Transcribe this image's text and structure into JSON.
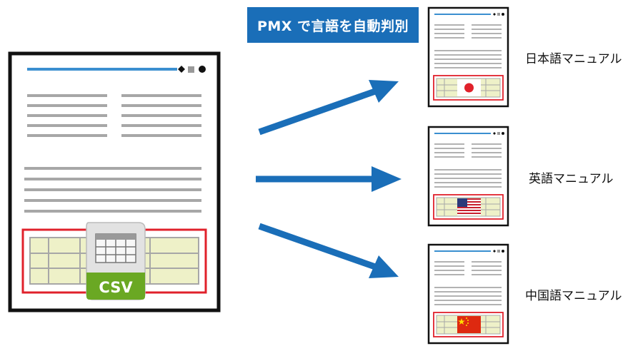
{
  "title": "PMX で言語を自動判別",
  "source": {
    "file_label": "CSV",
    "icon": "csv-file-icon"
  },
  "outputs": [
    {
      "label": "日本語マニュアル",
      "flag": "japan-flag-icon"
    },
    {
      "label": "英語マニュアル",
      "flag": "us-flag-icon"
    },
    {
      "label": "中国語マニュアル",
      "flag": "china-flag-icon"
    }
  ],
  "colors": {
    "accent": "#1a6eb8",
    "table_border": "#e0212b",
    "table_fill": "#eef1c8",
    "csv_green": "#6aa823",
    "line_gray": "#a7a7a7"
  }
}
